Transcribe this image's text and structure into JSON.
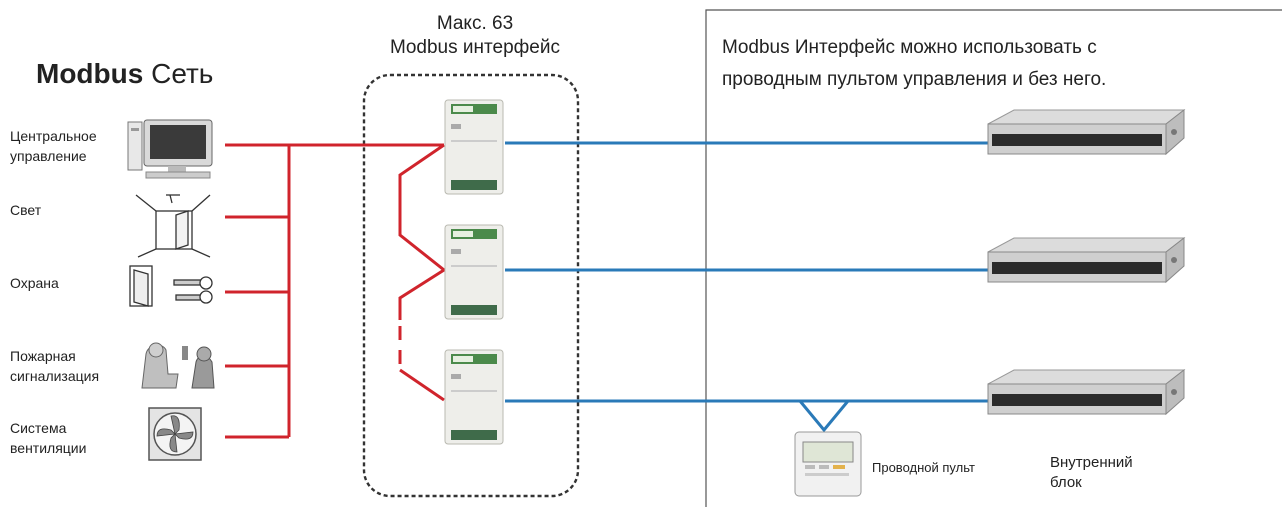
{
  "title": {
    "bold": "Modbus",
    "rest": "Сеть"
  },
  "interface_header": {
    "line1": "Макс. 63",
    "line2": "Modbus интерфейс"
  },
  "note": {
    "line1": "Modbus Интерфейс можно использовать с",
    "line2": "проводным пультом управления и без него."
  },
  "devices": [
    {
      "line1": "Центральное",
      "line2": "управление",
      "icon": "computer-icon"
    },
    {
      "line1": "Свет",
      "line2": "",
      "icon": "room-light-icon"
    },
    {
      "line1": "Охрана",
      "line2": "",
      "icon": "door-key-icon"
    },
    {
      "line1": "Пожарная",
      "line2": "сигнализация",
      "icon": "fire-alarm-icon"
    },
    {
      "line1": "Система",
      "line2": "вентиляции",
      "icon": "ventilation-fan-icon"
    }
  ],
  "remote_label": "Проводной пульт",
  "indoor_label": {
    "line1": "Внутренний",
    "line2": "блок"
  },
  "colors": {
    "network_red": "#d0242c",
    "link_blue": "#2a7ab8",
    "dash": "#333333"
  }
}
